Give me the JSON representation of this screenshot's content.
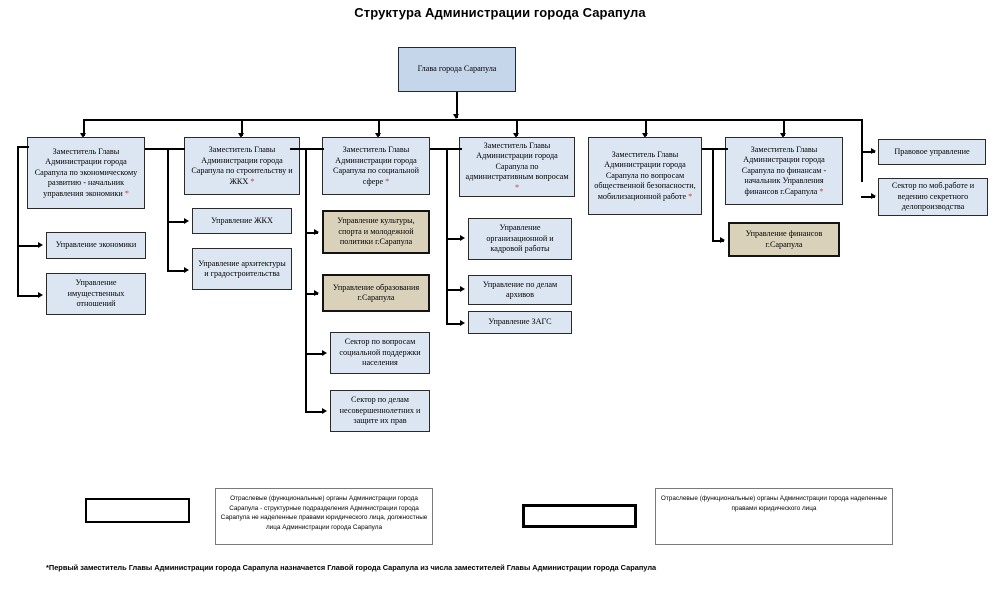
{
  "title": "Структура Администрации города Сарапула",
  "colors": {
    "box_blue": "#dce6f2",
    "box_head_blue": "#c5d5ea",
    "box_beige": "#d9d1ba",
    "line": "#000000",
    "asterisk": "#c0392b",
    "background": "#ffffff"
  },
  "head": {
    "label": "Глава города Сарапула"
  },
  "columns": [
    {
      "id": "economy",
      "deputy": {
        "label": "Заместитель Главы Администрации города Сарапула по экономическому развитию - начальник управления экономики *",
        "type": "blue"
      },
      "children": [
        {
          "label": "Управление экономики",
          "type": "blue"
        },
        {
          "label": "Управление имущественных отношений",
          "type": "blue"
        }
      ]
    },
    {
      "id": "construction",
      "deputy": {
        "label": "Заместитель Главы Администрации города Сарапула по строительству и ЖКХ*",
        "type": "blue"
      },
      "children": [
        {
          "label": "Управление ЖКХ",
          "type": "blue"
        },
        {
          "label": "Управление архитектуры и градостроительства",
          "type": "blue"
        }
      ]
    },
    {
      "id": "social",
      "deputy": {
        "label": "Заместитель Главы Администрации города Сарапула по социальной сфере*",
        "type": "blue"
      },
      "children": [
        {
          "label": "Управление культуры, спорта  и молодежной политики г.Сарапула",
          "type": "beige"
        },
        {
          "label": "Управление образования г.Сарапула",
          "type": "beige"
        },
        {
          "label": "Сектор по вопросам социальной поддержки населения",
          "type": "blue"
        },
        {
          "label": "Сектор по делам несовершеннолетних и защите их прав",
          "type": "blue"
        }
      ]
    },
    {
      "id": "administrative",
      "deputy": {
        "label": "Заместитель Главы Администрации города Сарапула по административным вопросам*",
        "type": "blue"
      },
      "children": [
        {
          "label": "Управление организационной и кадровой работы",
          "type": "blue"
        },
        {
          "label": "Управление по делам архивов",
          "type": "blue"
        },
        {
          "label": "Управление ЗАГС",
          "type": "blue"
        }
      ]
    },
    {
      "id": "security",
      "deputy": {
        "label": "Заместитель Главы Администрации города Сарапула по вопросам общественной безопасности, мобилизационной работе*",
        "type": "blue"
      },
      "children": []
    },
    {
      "id": "finance",
      "deputy": {
        "label": "Заместитель Главы Администрации города Сарапула по финансам - начальник Управления финансов г.Сарапула*",
        "type": "blue"
      },
      "children": [
        {
          "label": "Управление финансов г.Сарапула",
          "type": "beige"
        }
      ]
    }
  ],
  "right_branch": [
    {
      "label": "Правовое управление",
      "type": "blue"
    },
    {
      "label": "Сектор по моб.работе и ведению секретного делопроизводства",
      "type": "blue"
    }
  ],
  "legend": [
    {
      "swatch": "thin",
      "text": "Отраслевые (функциональные) органы Администрации города Сарапула -  структурные подразделения Администрации города Сарапула не наделенные правами юридического лица, должностные лица Администрации города Сарапула"
    },
    {
      "swatch": "thick",
      "text": "Отраслевые (функциональные) органы Администрации города наделенные правами юридического лица"
    }
  ],
  "footnote": "*Первый заместитель Главы Администрации города Сарапула назначается Главой города Сарапула из числа заместителей Главы Администрации города Сарапула"
}
